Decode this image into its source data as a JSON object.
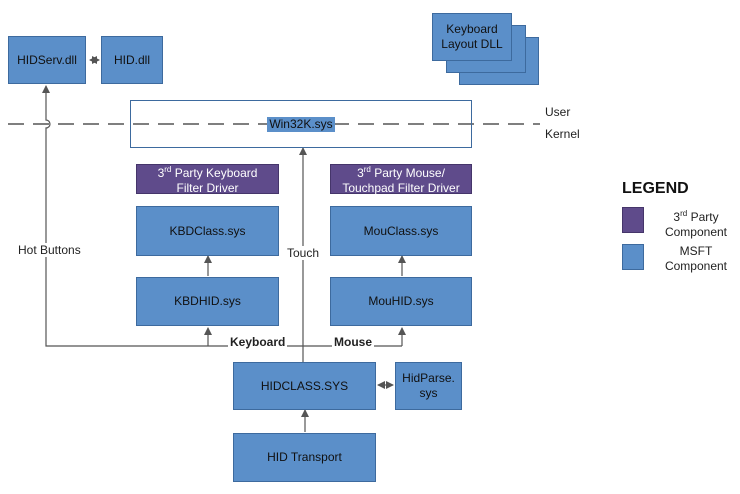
{
  "boxes": {
    "hidserv": "HIDServ.dll",
    "hid": "HID.dll",
    "keyboard_layout_line1": "Keyboard",
    "keyboard_layout_line2": "Layout DLL",
    "win32k": "Win32K.sys",
    "third_kbd_sup": "rd",
    "third_kbd_line1_rest": " Party Keyboard",
    "third_kbd_line2": "Filter Driver",
    "third_mouse_sup": "rd",
    "third_mouse_line1_rest": " Party Mouse/",
    "third_mouse_line2": "Touchpad Filter Driver",
    "kbdclass": "KBDClass.sys",
    "mouclass": "MouClass.sys",
    "kbdhid": "KBDHID.sys",
    "mouhid": "MouHID.sys",
    "hidclass": "HIDCLASS.SYS",
    "hidparse_line1": "HidParse.",
    "hidparse_line2": "sys",
    "hidtransport": "HID Transport"
  },
  "digit_three": "3",
  "labels": {
    "user": "User",
    "kernel": "Kernel",
    "hot_buttons": "Hot Buttons",
    "touch": "Touch",
    "keyboard": "Keyboard",
    "mouse": "Mouse"
  },
  "legend": {
    "title": "LEGEND",
    "third_party_sup": "rd",
    "third_party_rest": " Party",
    "third_party_line2": "Component",
    "msft_line1": "MSFT",
    "msft_line2": "Component"
  },
  "colors": {
    "msft": "#5b8fc9",
    "third_party": "#5f4b8b"
  }
}
